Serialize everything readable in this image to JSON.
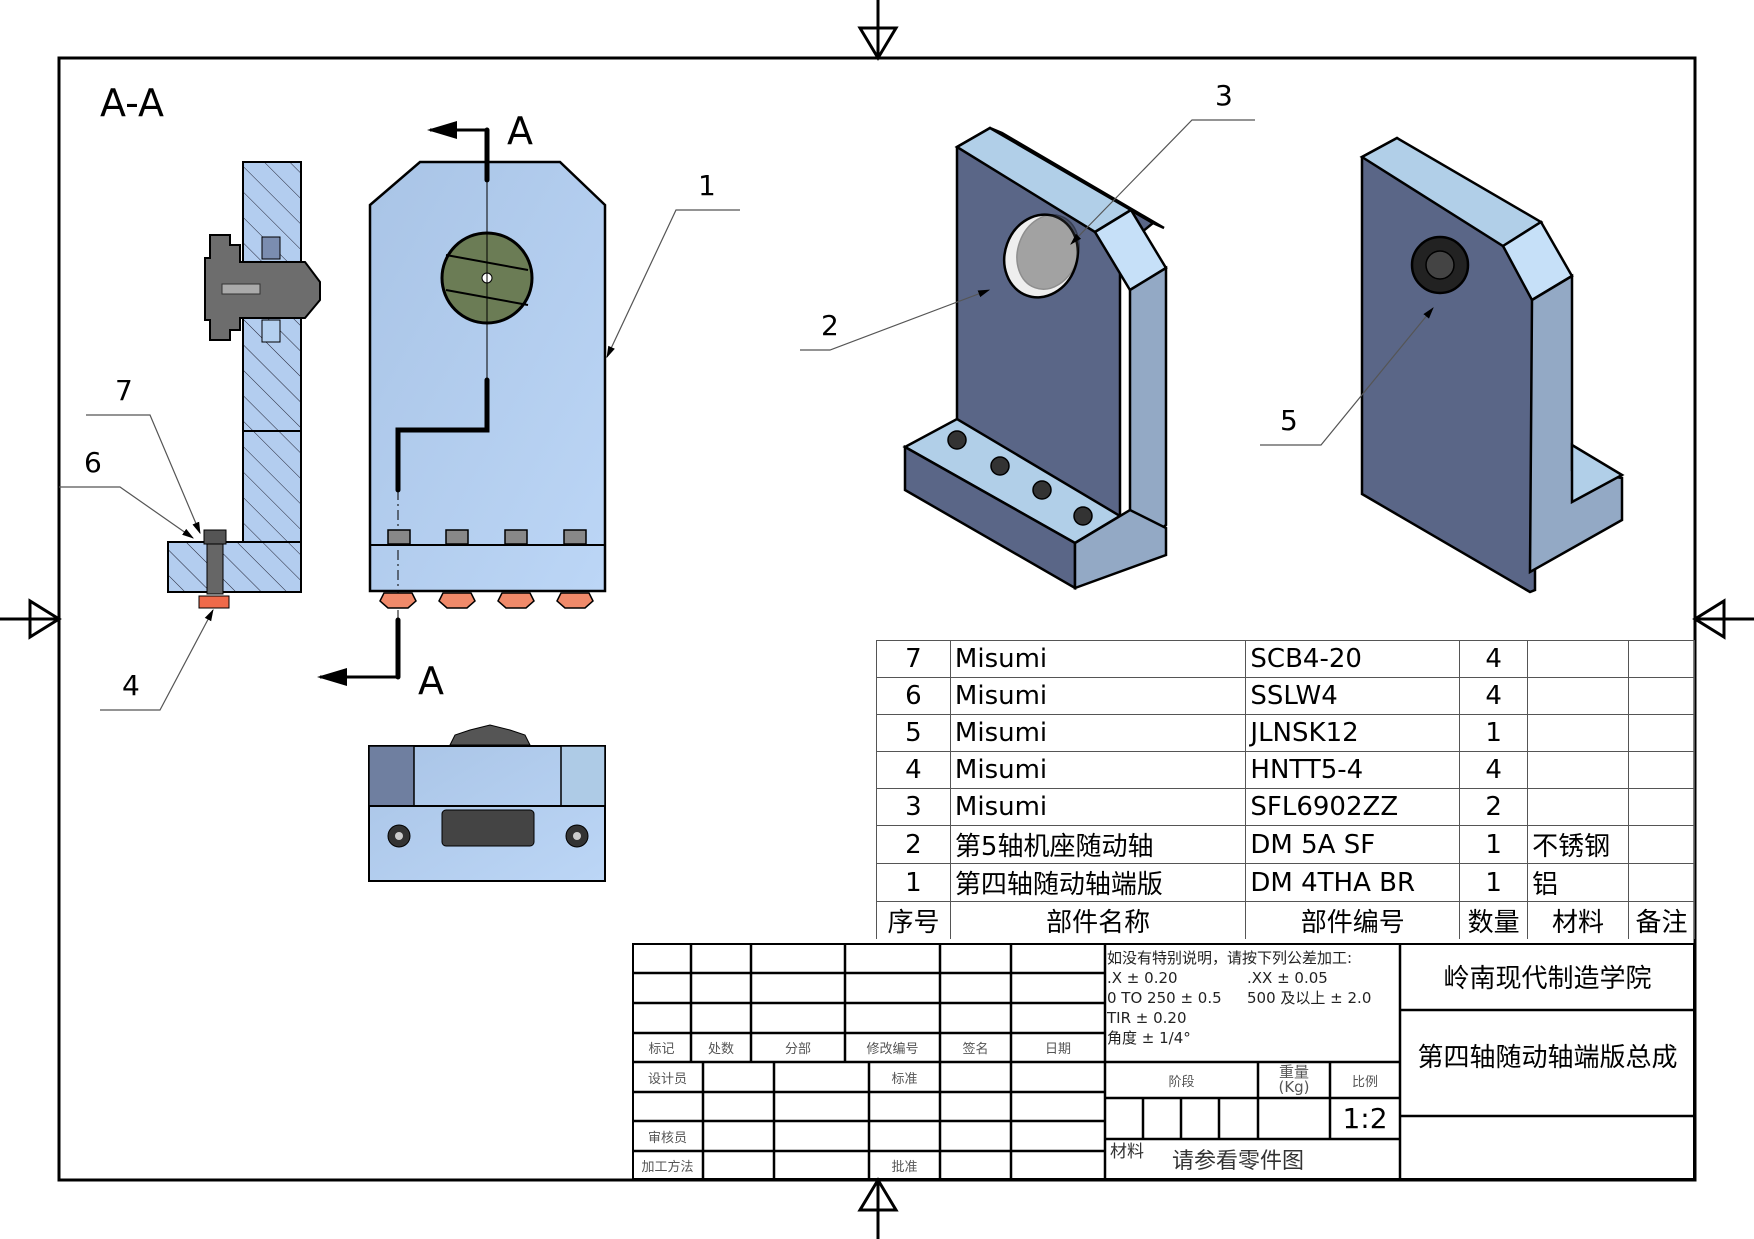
{
  "drawing": {
    "section_title": "A-A",
    "section_marker": "A",
    "balloons": [
      "1",
      "2",
      "3",
      "4",
      "5",
      "6",
      "7"
    ]
  },
  "bom": {
    "headers": [
      "序号",
      "部件名称",
      "部件编号",
      "数量",
      "材料",
      "备注"
    ],
    "rows": [
      {
        "no": "7",
        "name": "Misumi",
        "part": "SCB4-20",
        "qty": "4",
        "material": "",
        "note": ""
      },
      {
        "no": "6",
        "name": "Misumi",
        "part": "SSLW4",
        "qty": "4",
        "material": "",
        "note": ""
      },
      {
        "no": "5",
        "name": "Misumi",
        "part": "JLNSK12",
        "qty": "1",
        "material": "",
        "note": ""
      },
      {
        "no": "4",
        "name": "Misumi",
        "part": "HNTT5-4",
        "qty": "4",
        "material": "",
        "note": ""
      },
      {
        "no": "3",
        "name": "Misumi",
        "part": "SFL6902ZZ",
        "qty": "2",
        "material": "",
        "note": ""
      },
      {
        "no": "2",
        "name": "第5轴机座随动轴",
        "part": "DM 5A SF",
        "qty": "1",
        "material": "不锈钢",
        "note": ""
      },
      {
        "no": "1",
        "name": "第四轴随动轴端版",
        "part": "DM 4THA BR",
        "qty": "1",
        "material": "铝",
        "note": ""
      }
    ]
  },
  "title_block": {
    "revision_headers": [
      "标记",
      "处数",
      "分部",
      "修改编号",
      "签名",
      "日期"
    ],
    "designer": "设计员",
    "standard": "标准",
    "reviewer": "审核员",
    "process": "加工方法",
    "approve": "批准",
    "tolerance": {
      "note": "如没有特别说明，请按下列公差加工:",
      "x1": ".X ± 0.20",
      "xx": ".XX ± 0.05",
      "range1": "0 TO 250 ± 0.5",
      "range2": "500 及以上 ± 2.0",
      "tir": "TIR ± 0.20",
      "angle": "角度 ± 1/4°"
    },
    "stage": "阶段",
    "weight": "重量",
    "weight_unit": "(Kg)",
    "scale_label": "比例",
    "scale": "1:2",
    "material_label": "材料",
    "material_value": "请参看零件图",
    "school": "岭南现代制造学院",
    "drawing_name": "第四轴随动轴端版总成"
  }
}
